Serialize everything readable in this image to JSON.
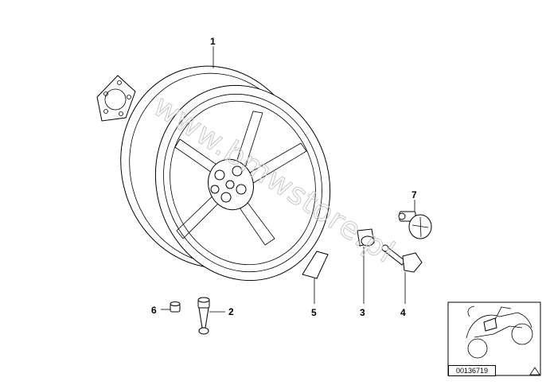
{
  "callouts": [
    {
      "label": "1"
    },
    {
      "label": "2"
    },
    {
      "label": "3"
    },
    {
      "label": "4"
    },
    {
      "label": "5"
    },
    {
      "label": "6"
    },
    {
      "label": "7"
    }
  ],
  "watermark": "www.bmwstore.pl",
  "thumbnail": {
    "reference_number": "00136719"
  }
}
